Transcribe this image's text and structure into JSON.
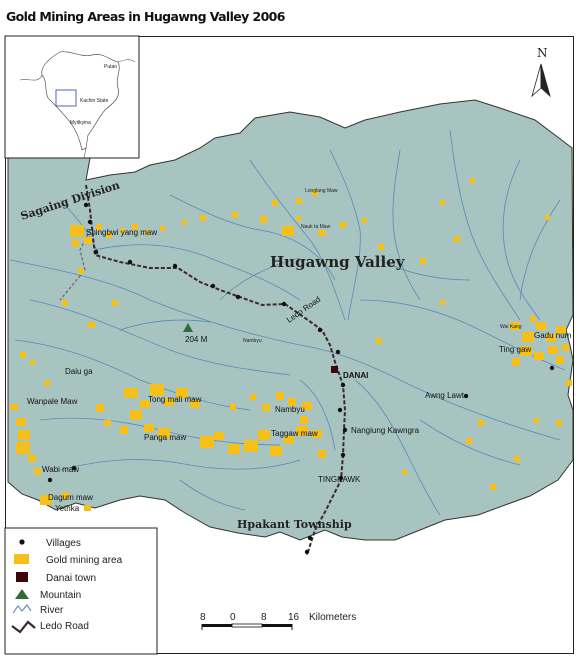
{
  "title": "Gold Mining Areas in Hugawng Valley 2006",
  "colors": {
    "land": "#a8c4c0",
    "mine": "#f5c01a",
    "river": "#4b7fb8",
    "road": "#3a2a2a",
    "village": "#111111",
    "town": "#3a0808",
    "mountain": "#2e6b3a"
  },
  "north_label": "N",
  "inset": {
    "labels": [
      "Kachin State",
      "Myitkyina",
      "Putao"
    ]
  },
  "region_labels": {
    "division": "Sagaing Division",
    "valley": "Hugawng Valley",
    "township": "Hpakant Township",
    "road": "Ledo Road"
  },
  "places": [
    {
      "name": "Shingbwi yang maw",
      "key": "shingbwi"
    },
    {
      "name": "Longlang Maw",
      "key": "longlang"
    },
    {
      "name": "Nauk ta Maw",
      "key": "naukta"
    },
    {
      "name": "204 M",
      "key": "mountain"
    },
    {
      "name": "Nambyu",
      "key": "nambyu"
    },
    {
      "name": "Daiu ga",
      "key": "daiuga"
    },
    {
      "name": "Wanpale Maw",
      "key": "wanpale"
    },
    {
      "name": "Tong mali maw",
      "key": "tongmali"
    },
    {
      "name": "Panga maw",
      "key": "panga"
    },
    {
      "name": "Nambyu",
      "key": "nambyu2"
    },
    {
      "name": "Taggaw maw",
      "key": "taggaw"
    },
    {
      "name": "DANAI",
      "key": "danai"
    },
    {
      "name": "Nangiung Kawngra",
      "key": "nangiung"
    },
    {
      "name": "Awng Lawt",
      "key": "awnglawt"
    },
    {
      "name": "Wai Kang",
      "key": "waikang"
    },
    {
      "name": "Gadu num",
      "key": "gadunum"
    },
    {
      "name": "Ting gaw",
      "key": "tinggaw"
    },
    {
      "name": "TINGKAWK",
      "key": "tingkawk"
    },
    {
      "name": "Wabi maw",
      "key": "wabi"
    },
    {
      "name": "Dagum maw",
      "key": "dagum"
    },
    {
      "name": "Yethka",
      "key": "yethka"
    }
  ],
  "legend": [
    {
      "label": "Villages",
      "symbol": "village"
    },
    {
      "label": "Gold mining area",
      "symbol": "mine"
    },
    {
      "label": "Danai town",
      "symbol": "town"
    },
    {
      "label": "Mountain",
      "symbol": "mountain"
    },
    {
      "label": "River",
      "symbol": "river"
    },
    {
      "label": "Ledo Road",
      "symbol": "road"
    }
  ],
  "scale": {
    "ticks": [
      "8",
      "0",
      "8",
      "16"
    ],
    "unit": "Kilometers"
  }
}
